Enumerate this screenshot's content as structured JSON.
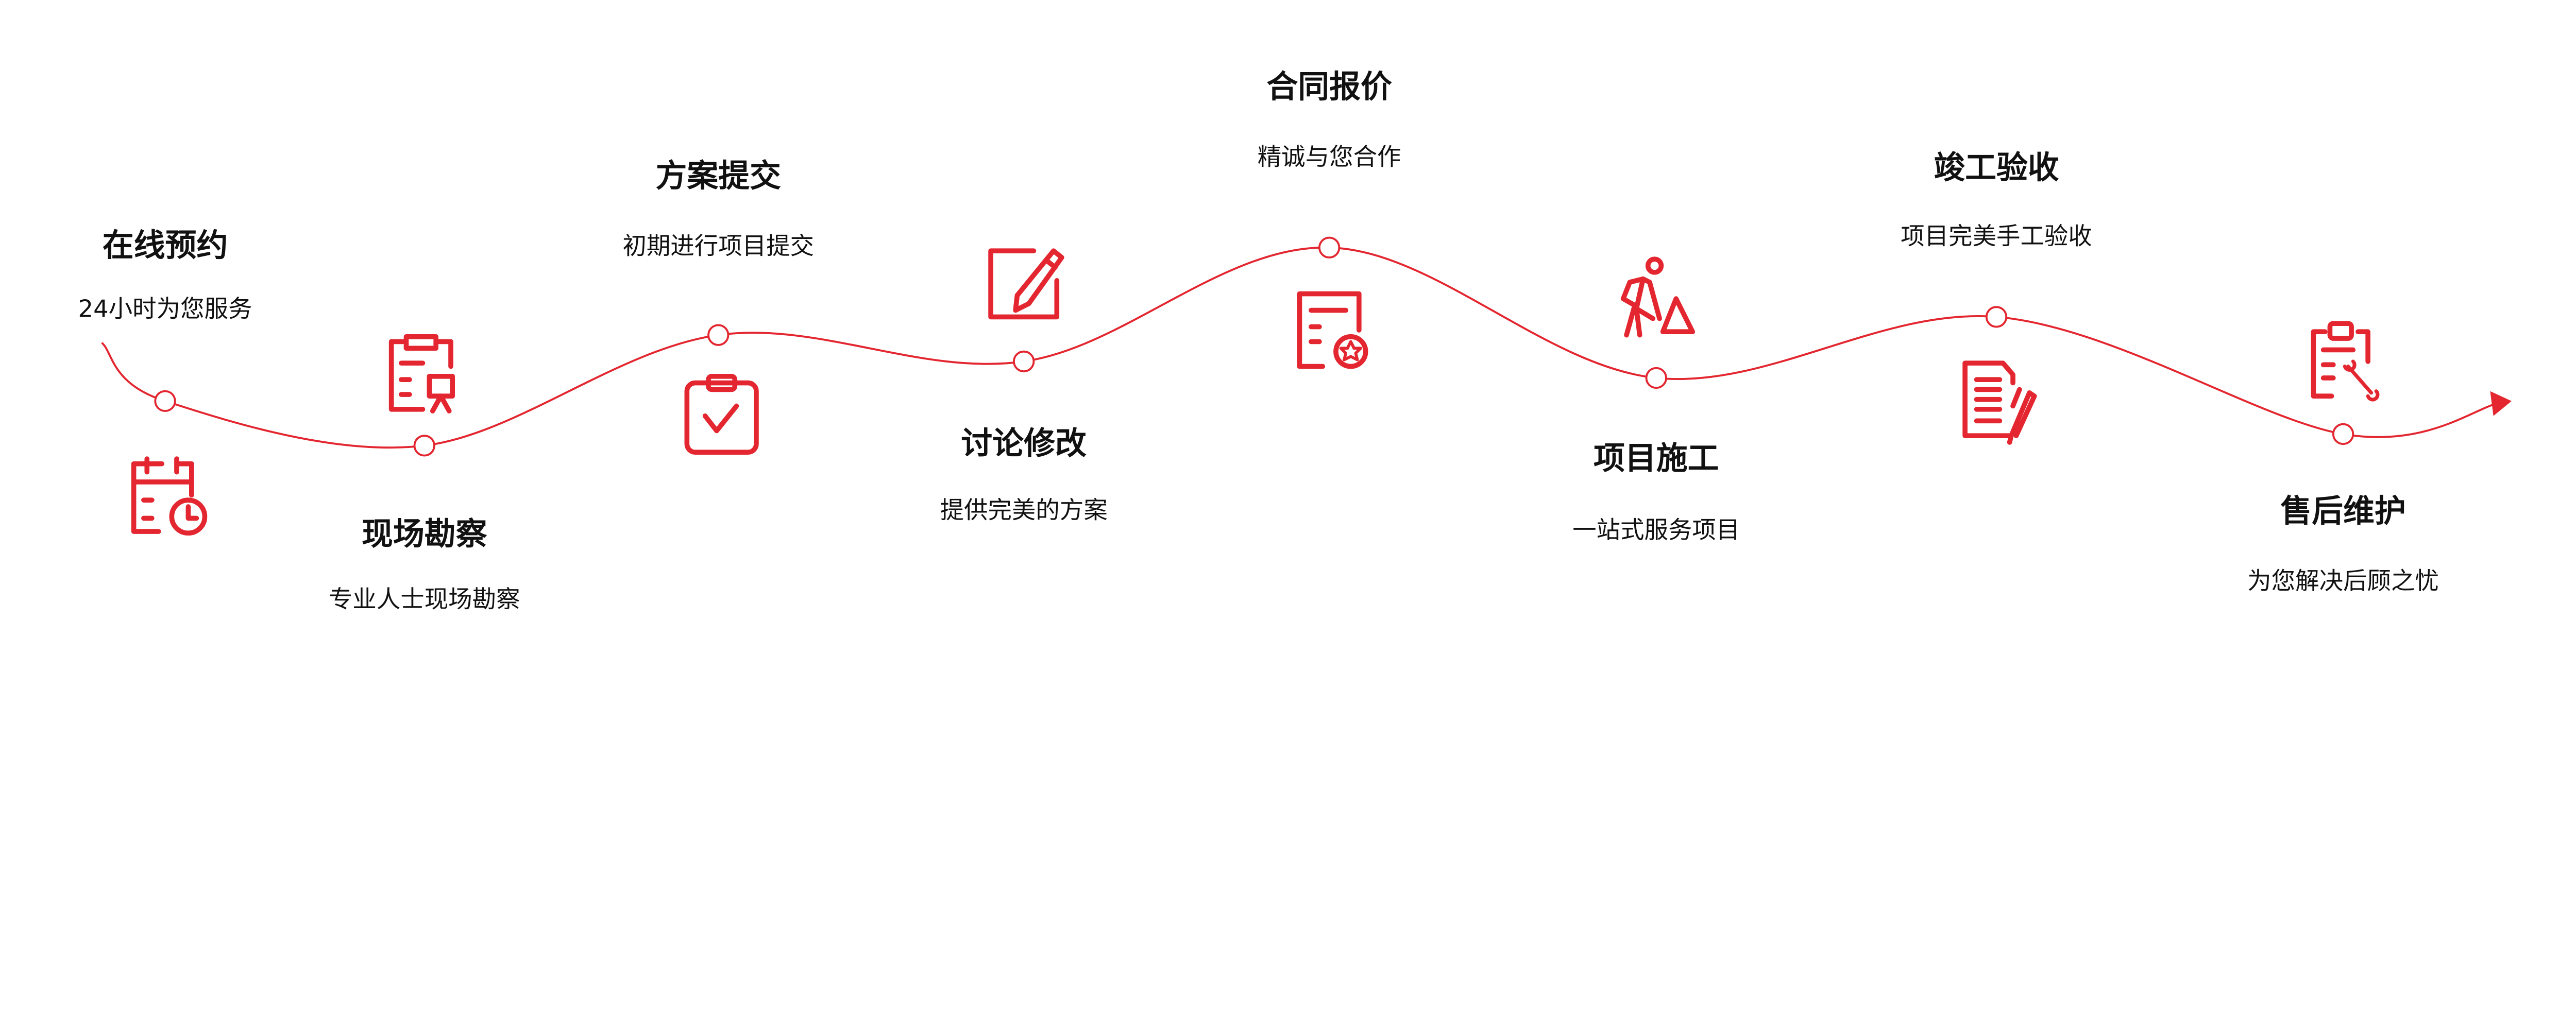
{
  "accent_color": "#e3262f",
  "steps": [
    {
      "title": "在线预约",
      "subtitle": "24小时为您服务",
      "icon": "calendar-clock-icon"
    },
    {
      "title": "现场勘察",
      "subtitle": "专业人士现场勘察",
      "icon": "clipboard-presentation-icon"
    },
    {
      "title": "方案提交",
      "subtitle": "初期进行项目提交",
      "icon": "clipboard-check-icon"
    },
    {
      "title": "讨论修改",
      "subtitle": "提供完美的方案",
      "icon": "edit-pencil-icon"
    },
    {
      "title": "合同报价",
      "subtitle": "精诚与您合作",
      "icon": "document-star-icon"
    },
    {
      "title": "项目施工",
      "subtitle": "一站式服务项目",
      "icon": "construction-worker-icon"
    },
    {
      "title": "竣工验收",
      "subtitle": "项目完美手工验收",
      "icon": "document-pen-icon"
    },
    {
      "title": "售后维护",
      "subtitle": "为您解决后顾之忧",
      "icon": "clipboard-wrench-icon"
    }
  ]
}
